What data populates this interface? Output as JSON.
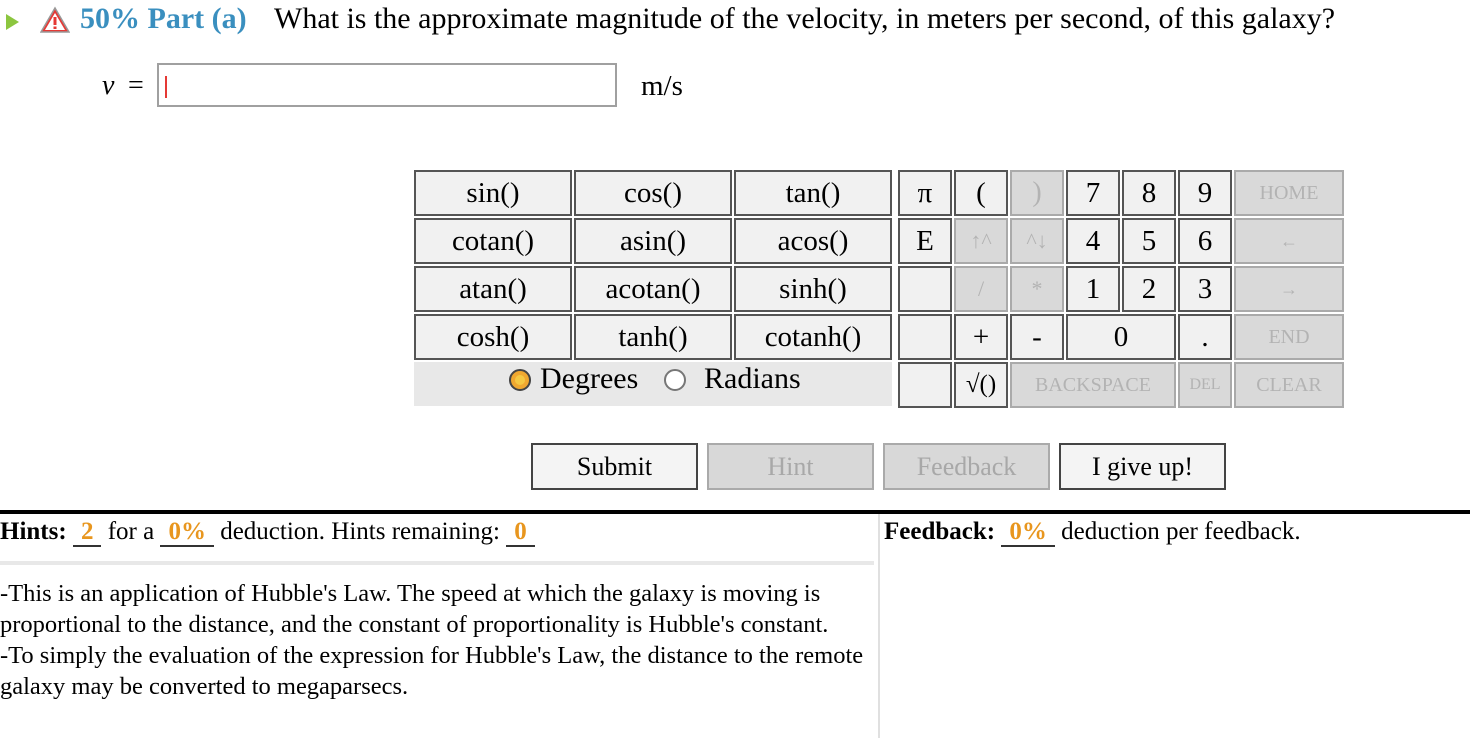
{
  "header": {
    "play_icon": "play-triangle-icon",
    "warning_icon": "warning-triangle-icon",
    "part_label": "50% Part (a)",
    "question": "What is the approximate magnitude of the velocity, in meters per second, of this galaxy?"
  },
  "answer": {
    "variable": "v",
    "equals": "=",
    "value": "",
    "unit": "m/s"
  },
  "keypad": {
    "functions": [
      [
        "sin()",
        "cos()",
        "tan()"
      ],
      [
        "cotan()",
        "asin()",
        "acos()"
      ],
      [
        "atan()",
        "acotan()",
        "sinh()"
      ],
      [
        "cosh()",
        "tanh()",
        "cotanh()"
      ]
    ],
    "symbols": {
      "pi": "π",
      "open_paren": "(",
      "close_paren": ")",
      "e": "E",
      "up_arrow": "↑^",
      "down_arrow": "^↓",
      "divide": "/",
      "multiply": "*",
      "plus": "+",
      "minus": "-",
      "sqrt": "√()",
      "dot": "."
    },
    "digits": [
      "7",
      "8",
      "9",
      "4",
      "5",
      "6",
      "1",
      "2",
      "3",
      "0"
    ],
    "nav": {
      "home": "HOME",
      "left": "←",
      "right": "→",
      "end": "END",
      "backspace": "BACKSPACE",
      "del": "DEL",
      "clear": "CLEAR"
    },
    "angle_mode": {
      "degrees": "Degrees",
      "radians": "Radians",
      "selected": "Degrees"
    }
  },
  "buttons": {
    "submit": "Submit",
    "hint": "Hint",
    "feedback": "Feedback",
    "give_up": "I give up!"
  },
  "hints": {
    "label": "Hints:",
    "count": "2",
    "for_a": "for a",
    "deduction": "0%",
    "deduction_text": "deduction. Hints remaining:",
    "remaining": "0",
    "text_1": "-This is an application of Hubble's Law. The speed at which the galaxy is moving is proportional to the distance, and the constant of proportionality is Hubble's constant.",
    "text_2": "-To simply the evaluation of the expression for Hubble's Law, the distance to the remote galaxy may be converted to megaparsecs."
  },
  "feedback": {
    "label": "Feedback:",
    "deduction": "0%",
    "text": "deduction per feedback."
  },
  "colors": {
    "part_label": "#3a8fbf",
    "accent_orange": "#e8961e",
    "play_green": "#8cc63f",
    "warning_red": "#e53935"
  }
}
